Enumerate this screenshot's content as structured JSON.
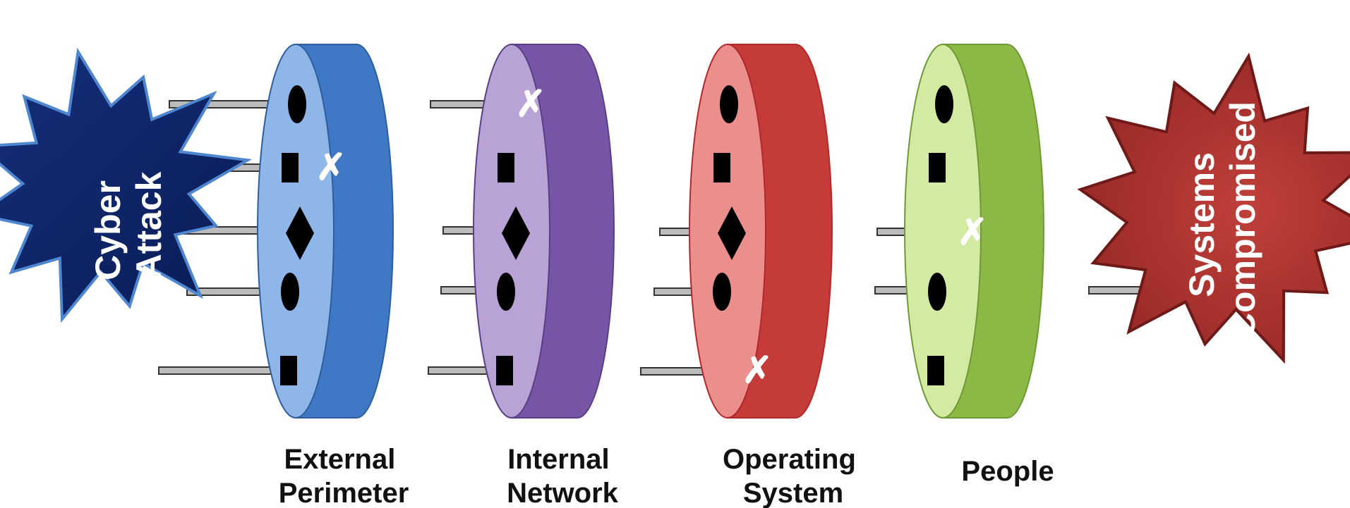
{
  "source": {
    "lines": [
      "Cyber",
      "Attack"
    ],
    "fill": "#0d2366",
    "stroke": "#4f86d0"
  },
  "target": {
    "lines": [
      "Systems",
      "Compromised"
    ],
    "fill": "#a9302d",
    "stroke": "#6e1a18"
  },
  "layers": [
    {
      "id": "external-perimeter",
      "lines": [
        "External",
        "Perimeter"
      ],
      "face": "#8fb6e8",
      "side": "#3f78c4",
      "edge": "#2e5e9e",
      "holes": [
        "oval",
        "square",
        "diamond",
        "oval",
        "square"
      ],
      "blocked": [
        false,
        true,
        false,
        false,
        false
      ]
    },
    {
      "id": "internal-network",
      "lines": [
        "Internal",
        "Network"
      ],
      "face": "#b9a3d6",
      "side": "#7655a6",
      "edge": "#5a3f86",
      "holes": [
        "none",
        "square",
        "diamond",
        "oval",
        "square"
      ],
      "blocked": [
        true,
        false,
        false,
        false,
        false
      ]
    },
    {
      "id": "operating-system",
      "lines": [
        "Operating",
        "System"
      ],
      "face": "#ea8f8c",
      "side": "#c53b38",
      "edge": "#b3282a",
      "holes": [
        "oval",
        "square",
        "diamond",
        "oval",
        "none"
      ],
      "blocked": [
        false,
        false,
        false,
        false,
        true
      ]
    },
    {
      "id": "people",
      "lines": [
        "People"
      ],
      "face": "#d3eaa3",
      "side": "#8cb846",
      "edge": "#6e9a36",
      "holes": [
        "oval",
        "square",
        "none",
        "oval",
        "square"
      ],
      "blocked": [
        false,
        false,
        true,
        false,
        false
      ]
    }
  ],
  "colors": {
    "shaft": "#bcbcbc",
    "shaft_outline": "#333333",
    "hole": "#000000",
    "blocked_mark": "#ffffff"
  }
}
